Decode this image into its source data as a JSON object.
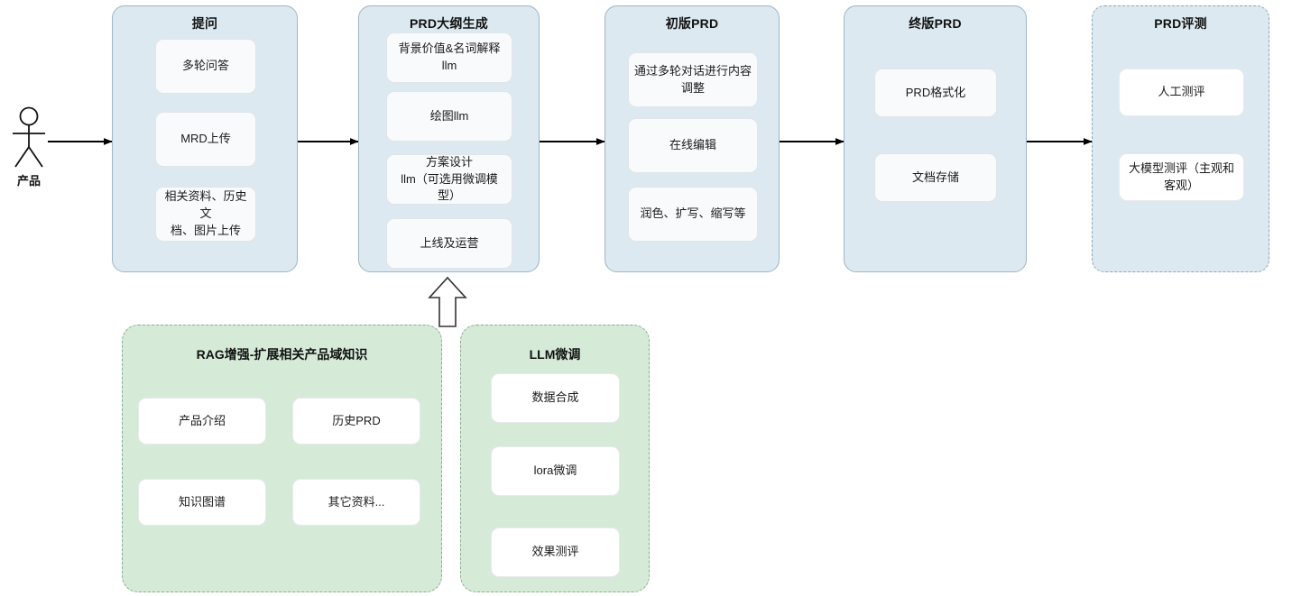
{
  "diagram": {
    "title": "PRD 智能生成流程图",
    "colors": {
      "stage_fill": "#dce9f1",
      "stage_stroke": "#9fb6c4",
      "card_fill": "#f9fafb",
      "card_stroke": "#e2e5e8",
      "group_fill": "#d5ead7",
      "group_stroke": "#86b08c",
      "arrow": "#000000",
      "loop_arrow": "#333333"
    }
  },
  "actor": {
    "name": "actor-product",
    "label": "产品",
    "icon": "stick-figure-icon"
  },
  "stages": [
    {
      "id": "stage-ask",
      "title": "提问",
      "dashed": false,
      "cards": [
        {
          "id": "card-multi-turn-qa",
          "text": "多轮问答"
        },
        {
          "id": "card-mrd-upload",
          "text": "MRD上传"
        },
        {
          "id": "card-material-upload",
          "text": "相关资料、历史文\n档、图片上传"
        }
      ]
    },
    {
      "id": "stage-prd-outline",
      "title": "PRD大纲生成",
      "dashed": false,
      "cards": [
        {
          "id": "card-background-value",
          "text": "背景价值&名词解释\nllm"
        },
        {
          "id": "card-drawing-llm",
          "text": "绘图llm"
        },
        {
          "id": "card-solution-design",
          "text": "方案设计\nllm（可选用微调模型）"
        },
        {
          "id": "card-launch-operation",
          "text": "上线及运营"
        }
      ]
    },
    {
      "id": "stage-draft-prd",
      "title": "初版PRD",
      "dashed": false,
      "cards": [
        {
          "id": "card-multi-turn-adjust",
          "text": "通过多轮对话进行内容调整"
        },
        {
          "id": "card-online-edit",
          "text": "在线编辑"
        },
        {
          "id": "card-polish-expand",
          "text": "润色、扩写、缩写等"
        }
      ]
    },
    {
      "id": "stage-final-prd",
      "title": "终版PRD",
      "dashed": false,
      "cards": [
        {
          "id": "card-prd-format",
          "text": "PRD格式化"
        },
        {
          "id": "card-doc-storage",
          "text": "文档存储"
        }
      ]
    },
    {
      "id": "stage-prd-eval",
      "title": "PRD评测",
      "dashed": true,
      "cards": [
        {
          "id": "card-human-eval",
          "text": "人工测评"
        },
        {
          "id": "card-llm-eval",
          "text": "大模型测评（主观和客观）"
        }
      ]
    }
  ],
  "groups": [
    {
      "id": "group-rag",
      "title": "RAG增强-扩展相关产品域知识",
      "cards": [
        {
          "id": "card-product-intro",
          "text": "产品介绍"
        },
        {
          "id": "card-history-prd",
          "text": "历史PRD"
        },
        {
          "id": "card-knowledge-graph",
          "text": "知识图谱"
        },
        {
          "id": "card-other-material",
          "text": "其它资料..."
        }
      ]
    },
    {
      "id": "group-llm-finetune",
      "title": "LLM微调",
      "cards": [
        {
          "id": "card-data-synthesis",
          "text": "数据合成"
        },
        {
          "id": "card-lora-finetune",
          "text": "lora微调"
        },
        {
          "id": "card-effect-eval",
          "text": "效果测评"
        }
      ]
    }
  ],
  "connectors": [
    {
      "id": "arrow-actor-to-ask",
      "type": "arrow-right"
    },
    {
      "id": "arrow-ask-to-outline",
      "type": "arrow-right"
    },
    {
      "id": "arrow-outline-to-draft",
      "type": "arrow-right"
    },
    {
      "id": "arrow-draft-to-final",
      "type": "arrow-right"
    },
    {
      "id": "arrow-final-to-eval",
      "type": "arrow-right"
    },
    {
      "id": "arrow-groups-to-outline",
      "type": "block-arrow-up"
    },
    {
      "id": "arrow-data-to-lora",
      "type": "arrow-down"
    },
    {
      "id": "arrow-lora-to-effect",
      "type": "arrow-down"
    },
    {
      "id": "arrow-effect-feedback-loop",
      "type": "dashed-loop"
    }
  ]
}
